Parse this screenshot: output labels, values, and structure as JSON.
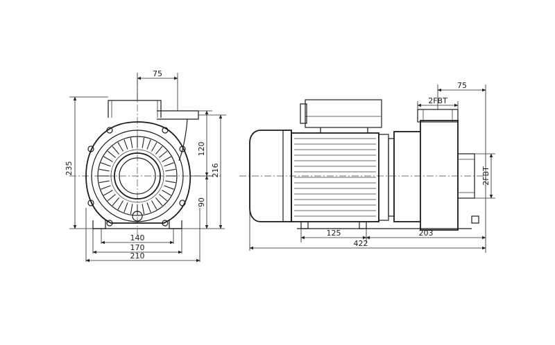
{
  "front_view": {
    "dim_top": "75",
    "dim_height_total": "235",
    "dim_upper": "120",
    "dim_lower": "90",
    "dim_right_total": "216",
    "dim_base_inner": "140",
    "dim_base_mid": "170",
    "dim_base_outer": "210"
  },
  "side_view": {
    "dim_top_offset": "75",
    "port_top": "2FBT",
    "port_side": "2FBT",
    "dim_feet": "125",
    "dim_to_end": "203",
    "dim_overall": "422"
  }
}
